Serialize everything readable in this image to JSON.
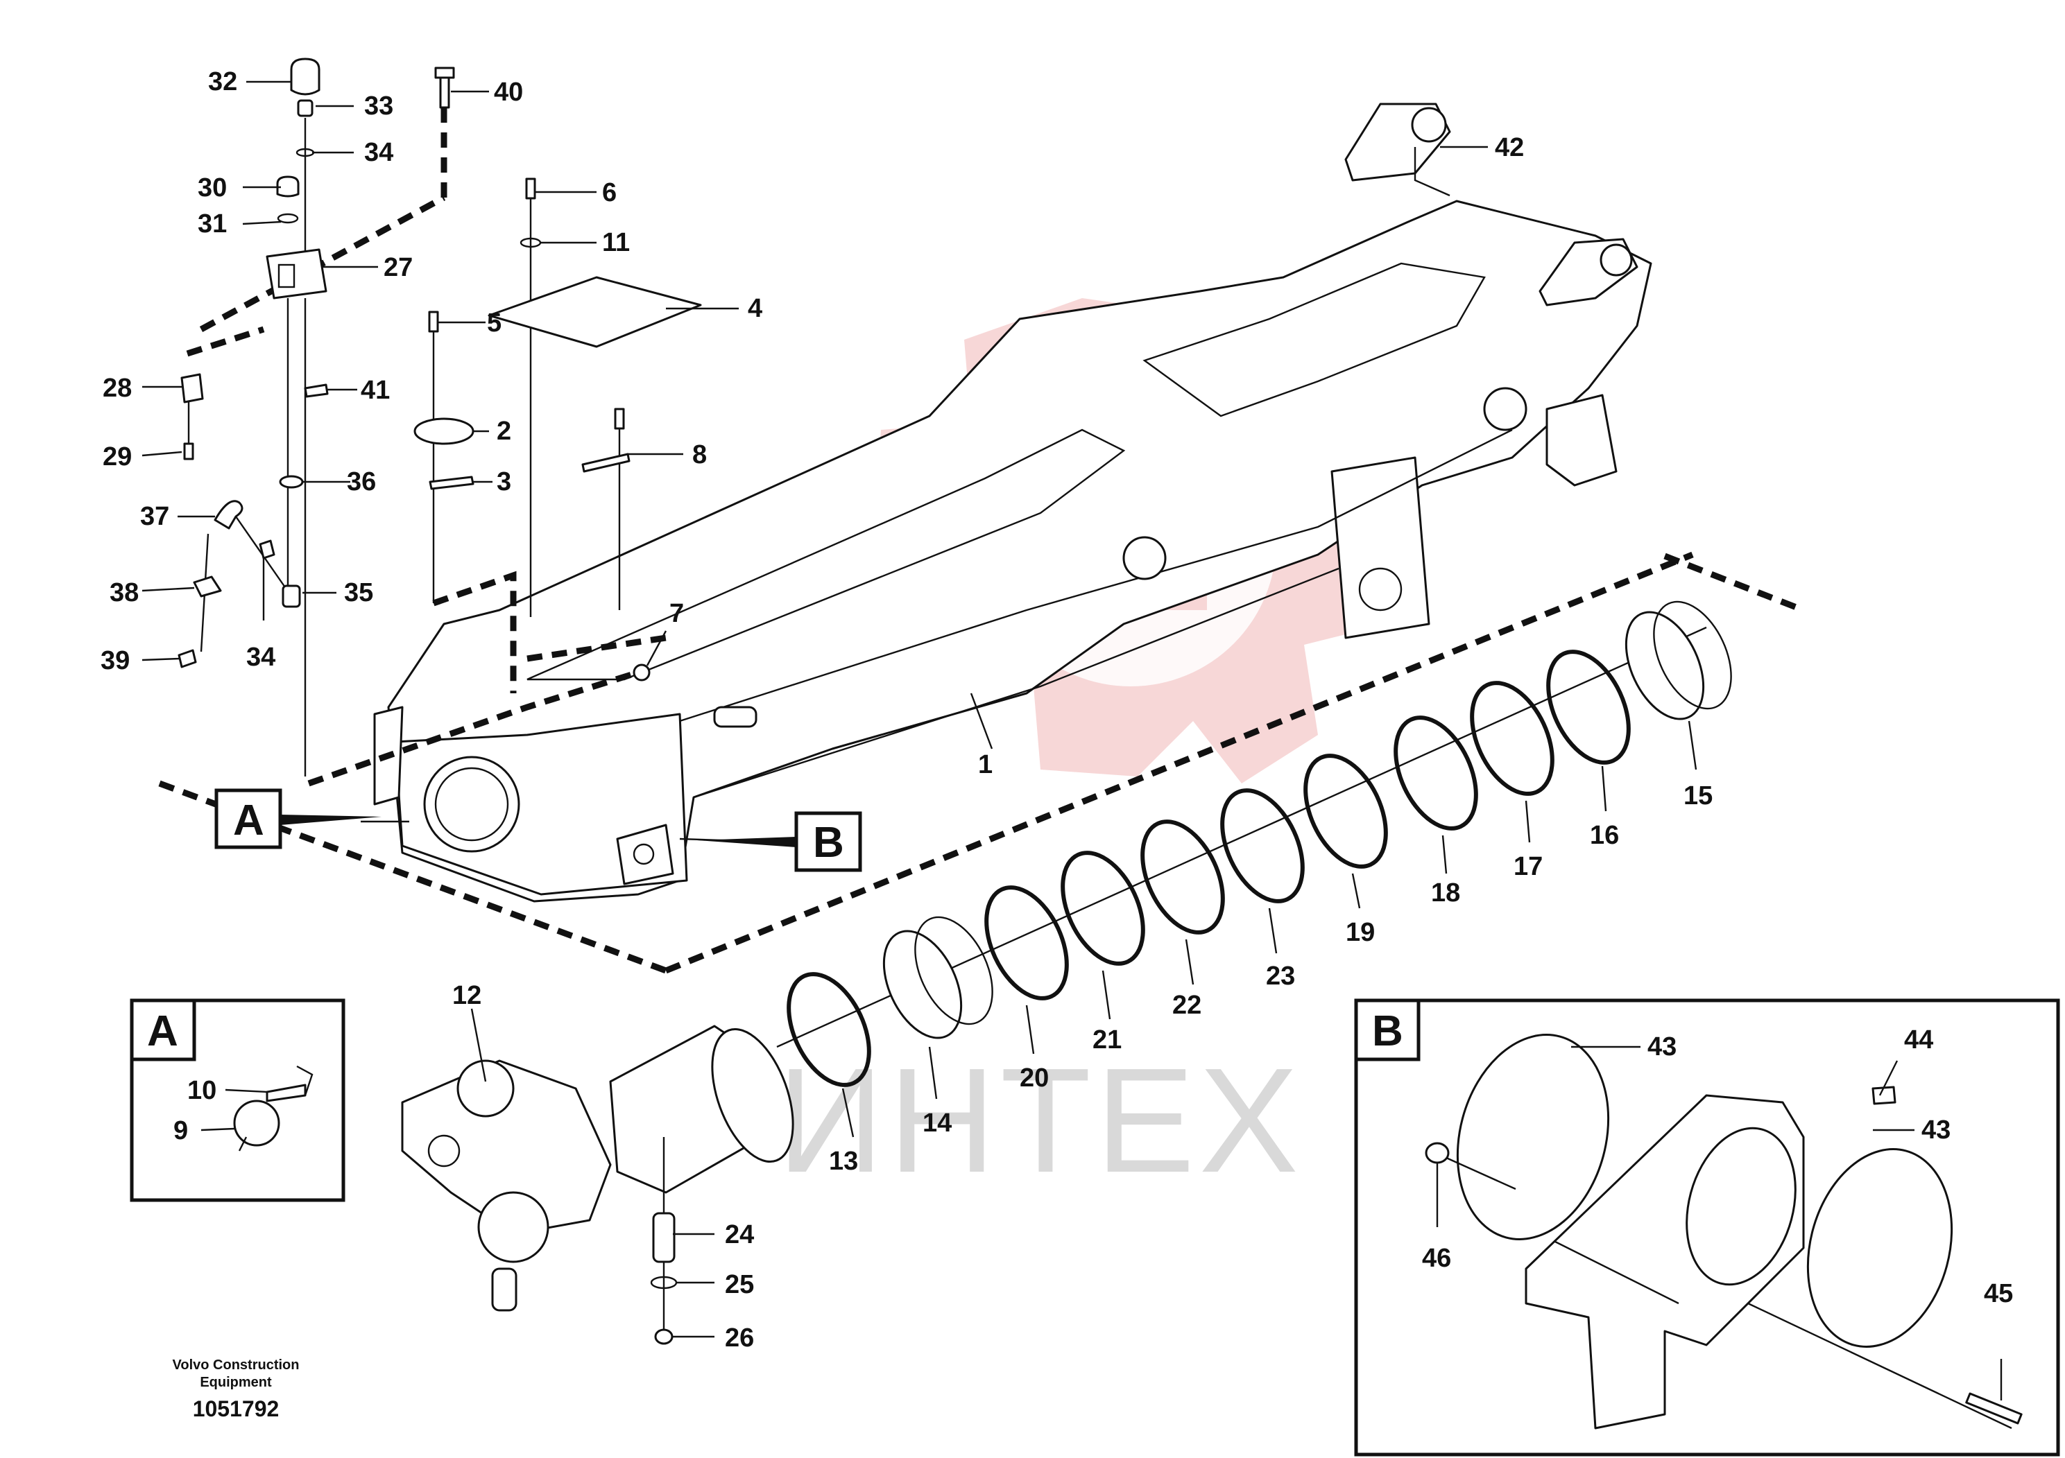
{
  "watermark": {
    "text": "ИНТЕХ",
    "color": "#f4c9c9"
  },
  "footer": {
    "line1": "Volvo Construction",
    "line2": "Equipment",
    "drawing_number": "1051792"
  },
  "view_markers": {
    "a": "A",
    "b": "B"
  },
  "callouts": {
    "c1": "1",
    "c2": "2",
    "c3": "3",
    "c4": "4",
    "c5": "5",
    "c6": "6",
    "c7": "7",
    "c8": "8",
    "c9": "9",
    "c10": "10",
    "c11": "11",
    "c12": "12",
    "c13": "13",
    "c14": "14",
    "c15": "15",
    "c16": "16",
    "c17": "17",
    "c18": "18",
    "c19": "19",
    "c20": "20",
    "c21": "21",
    "c22": "22",
    "c23": "23",
    "c24": "24",
    "c25": "25",
    "c26": "26",
    "c27": "27",
    "c28": "28",
    "c29": "29",
    "c30": "30",
    "c31": "31",
    "c32": "32",
    "c33": "33",
    "c34a": "34",
    "c34b": "34",
    "c35": "35",
    "c36": "36",
    "c37": "37",
    "c38": "38",
    "c39": "39",
    "c40": "40",
    "c41": "41",
    "c42": "42",
    "c43a": "43",
    "c43b": "43",
    "c44": "44",
    "c45": "45",
    "c46": "46"
  }
}
